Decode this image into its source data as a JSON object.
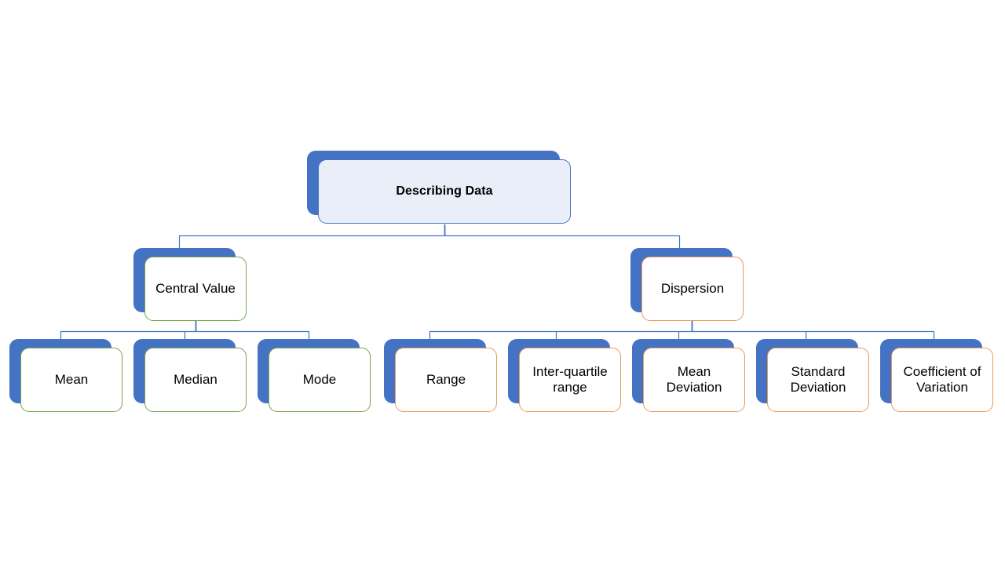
{
  "diagram": {
    "title": "Describing Data",
    "type": "hierarchy-tree",
    "orientation": "top-down",
    "background_color": "#FFFFFF",
    "palette": {
      "shadow_blue": "#4573C4",
      "root_fill": "#EAEEF8",
      "root_border": "#4573C4",
      "central_value_border": "#76A24C",
      "dispersion_border": "#E9995B",
      "connector_line": "#4573C4",
      "text": "#000000"
    },
    "root": {
      "label": "Describing Data",
      "accent": "blue",
      "bold": true
    },
    "branches": [
      {
        "label": "Central Value",
        "accent": "green",
        "accent_color": "#76A24C",
        "children": [
          {
            "label": "Mean"
          },
          {
            "label": "Median"
          },
          {
            "label": "Mode"
          }
        ]
      },
      {
        "label": "Dispersion",
        "accent": "orange",
        "accent_color": "#E9995B",
        "children": [
          {
            "label": "Range"
          },
          {
            "label": "Inter-quartile\nrange"
          },
          {
            "label": "Mean\nDeviation"
          },
          {
            "label": "Standard\nDeviation"
          },
          {
            "label": "Coefficient of\nVariation"
          }
        ]
      }
    ]
  }
}
